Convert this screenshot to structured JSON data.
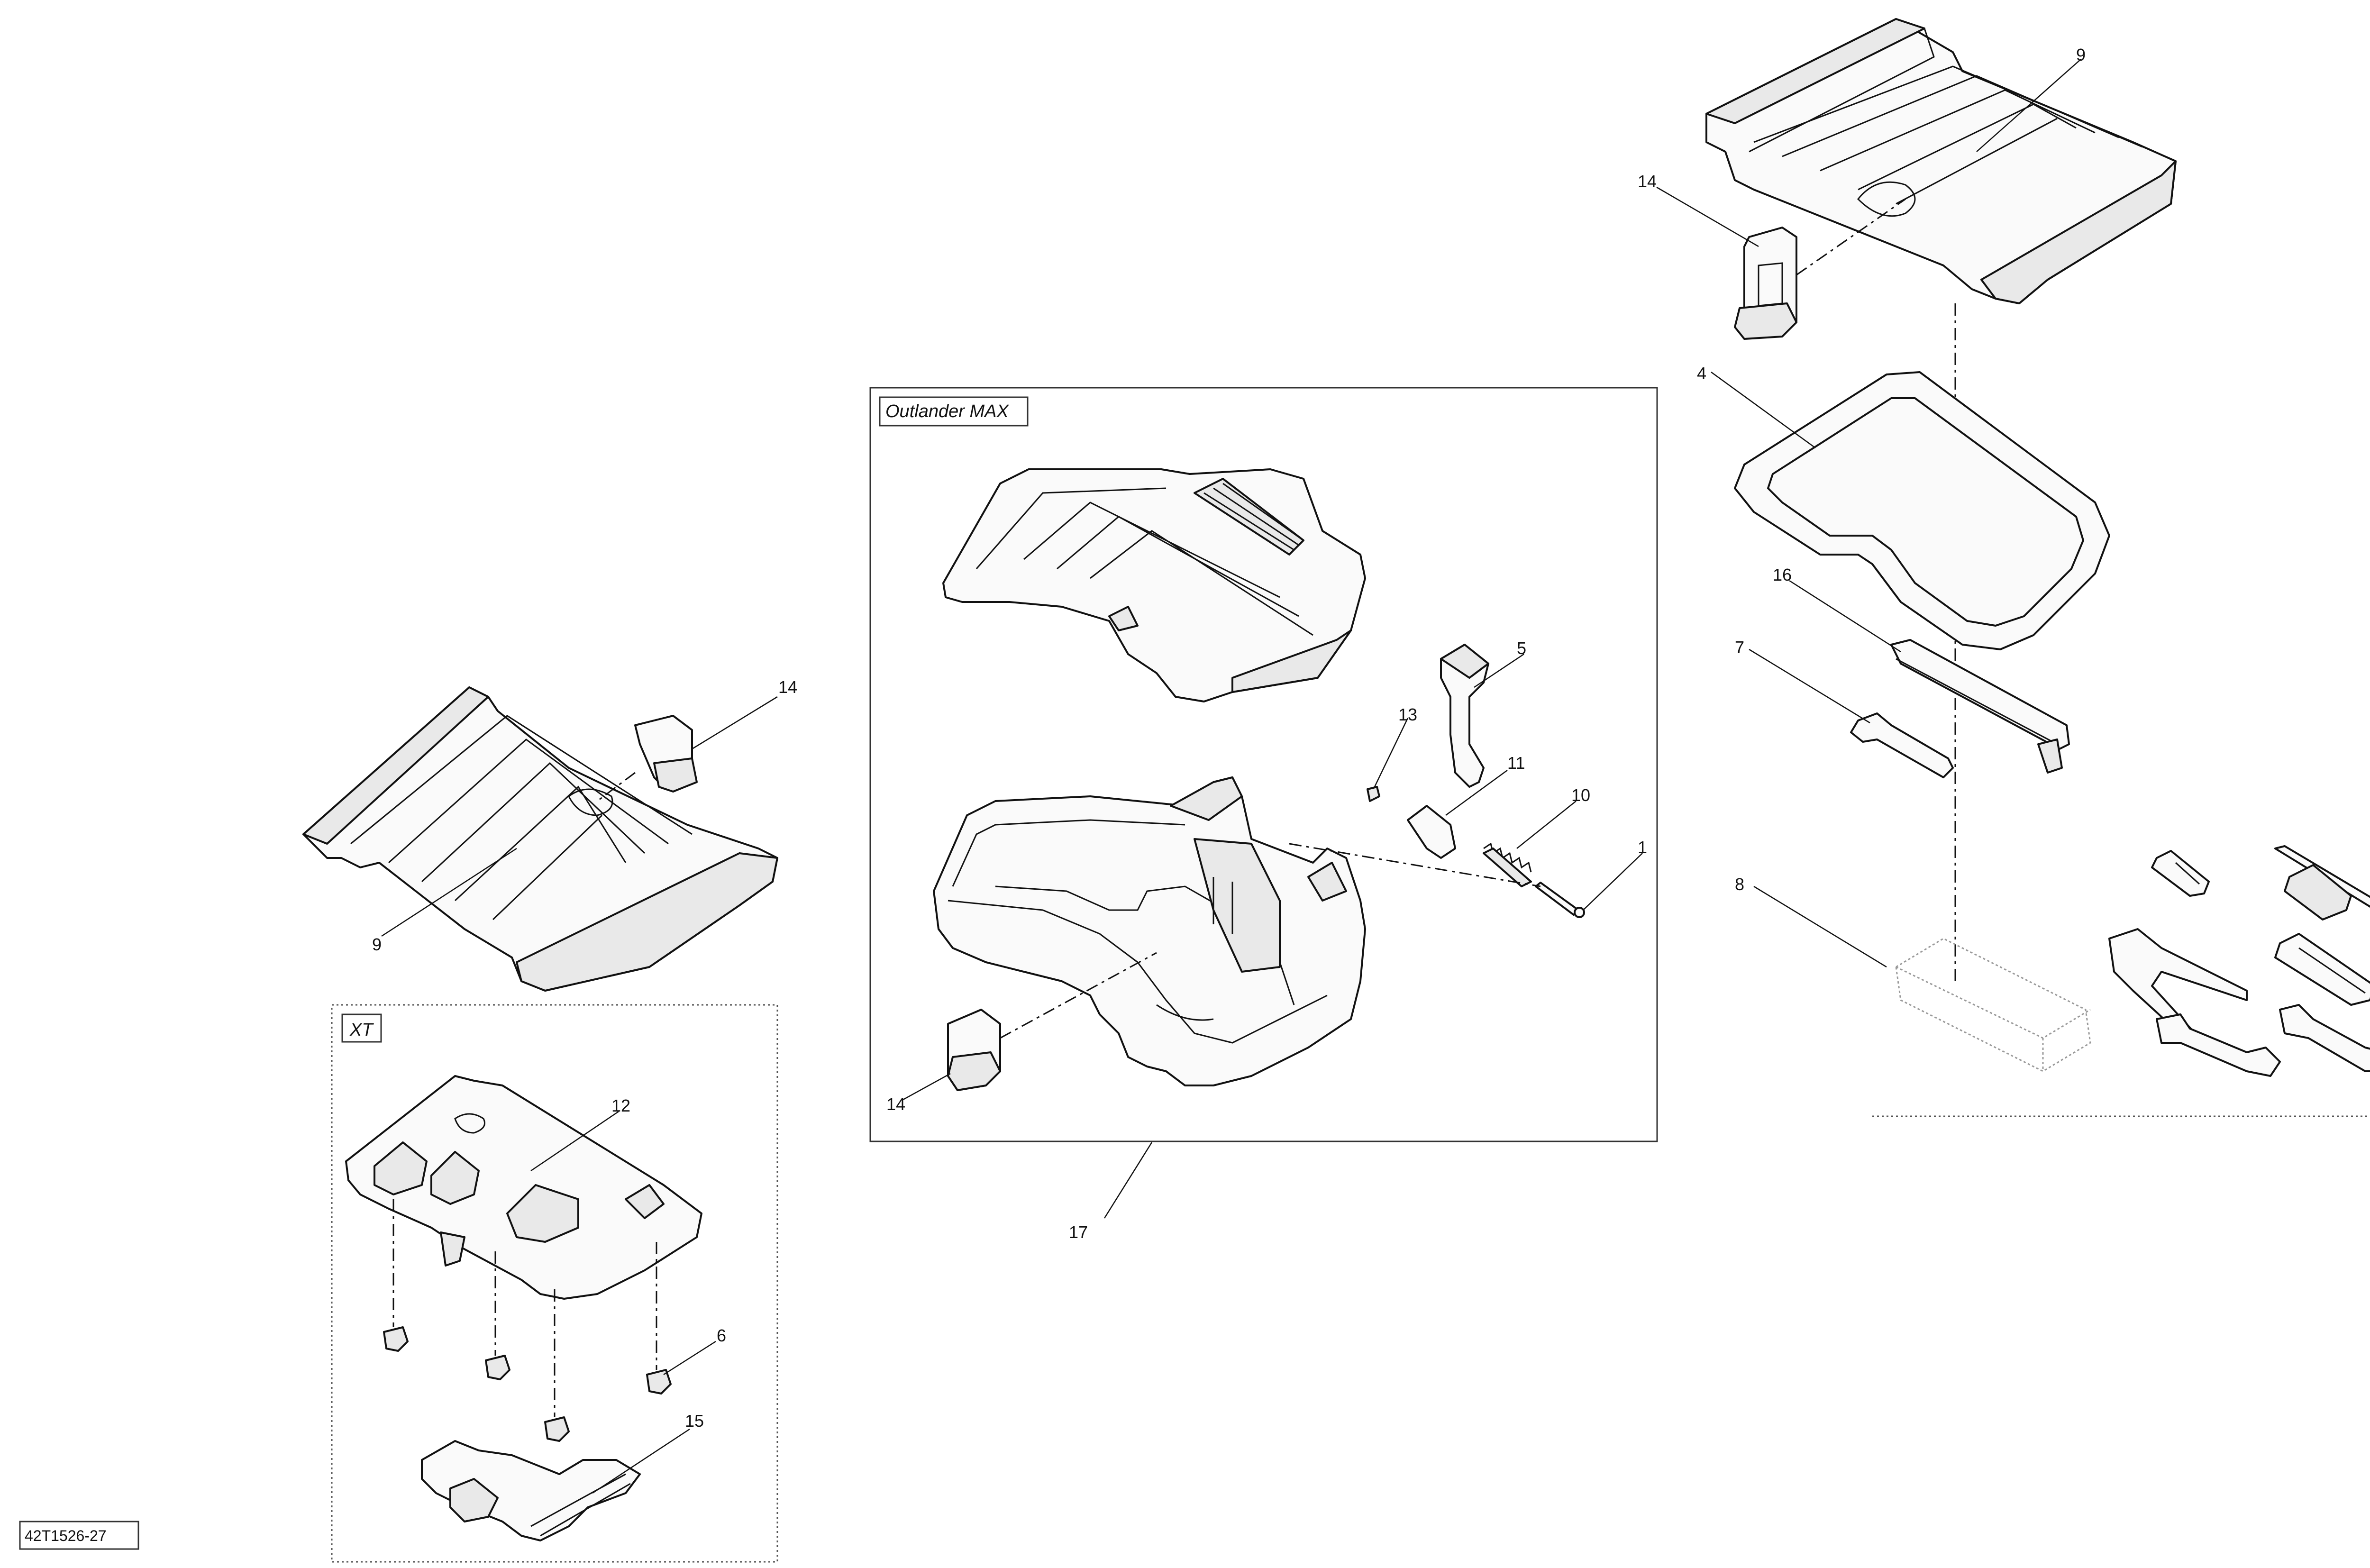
{
  "diagram": {
    "reference_code": "42T1526-27",
    "groups": {
      "outlander_max": "Outlander MAX",
      "xt": "XT"
    },
    "callouts": [
      {
        "id": "c9-top",
        "label": "9"
      },
      {
        "id": "c14-top",
        "label": "14"
      },
      {
        "id": "c4",
        "label": "4"
      },
      {
        "id": "c16",
        "label": "16"
      },
      {
        "id": "c7",
        "label": "7"
      },
      {
        "id": "c8",
        "label": "8"
      },
      {
        "id": "c14-left",
        "label": "14"
      },
      {
        "id": "c9-left",
        "label": "9"
      },
      {
        "id": "c12",
        "label": "12"
      },
      {
        "id": "c6",
        "label": "6"
      },
      {
        "id": "c15",
        "label": "15"
      },
      {
        "id": "c5",
        "label": "5"
      },
      {
        "id": "c13",
        "label": "13"
      },
      {
        "id": "c11",
        "label": "11"
      },
      {
        "id": "c10",
        "label": "10"
      },
      {
        "id": "c1",
        "label": "1"
      },
      {
        "id": "c14-mid",
        "label": "14"
      },
      {
        "id": "c17",
        "label": "17"
      }
    ],
    "icons": [
      "storage-tray-icon",
      "clip-icon",
      "gasket-icon",
      "tool-bag-icon",
      "wrench-icon",
      "pliers-icon",
      "screwdriver-icon",
      "spark-plug-socket-icon",
      "latch-icon",
      "spring-icon",
      "pin-icon",
      "push-rivet-icon",
      "mounting-plate-icon",
      "strap-icon",
      "storage-bin-icon"
    ]
  }
}
